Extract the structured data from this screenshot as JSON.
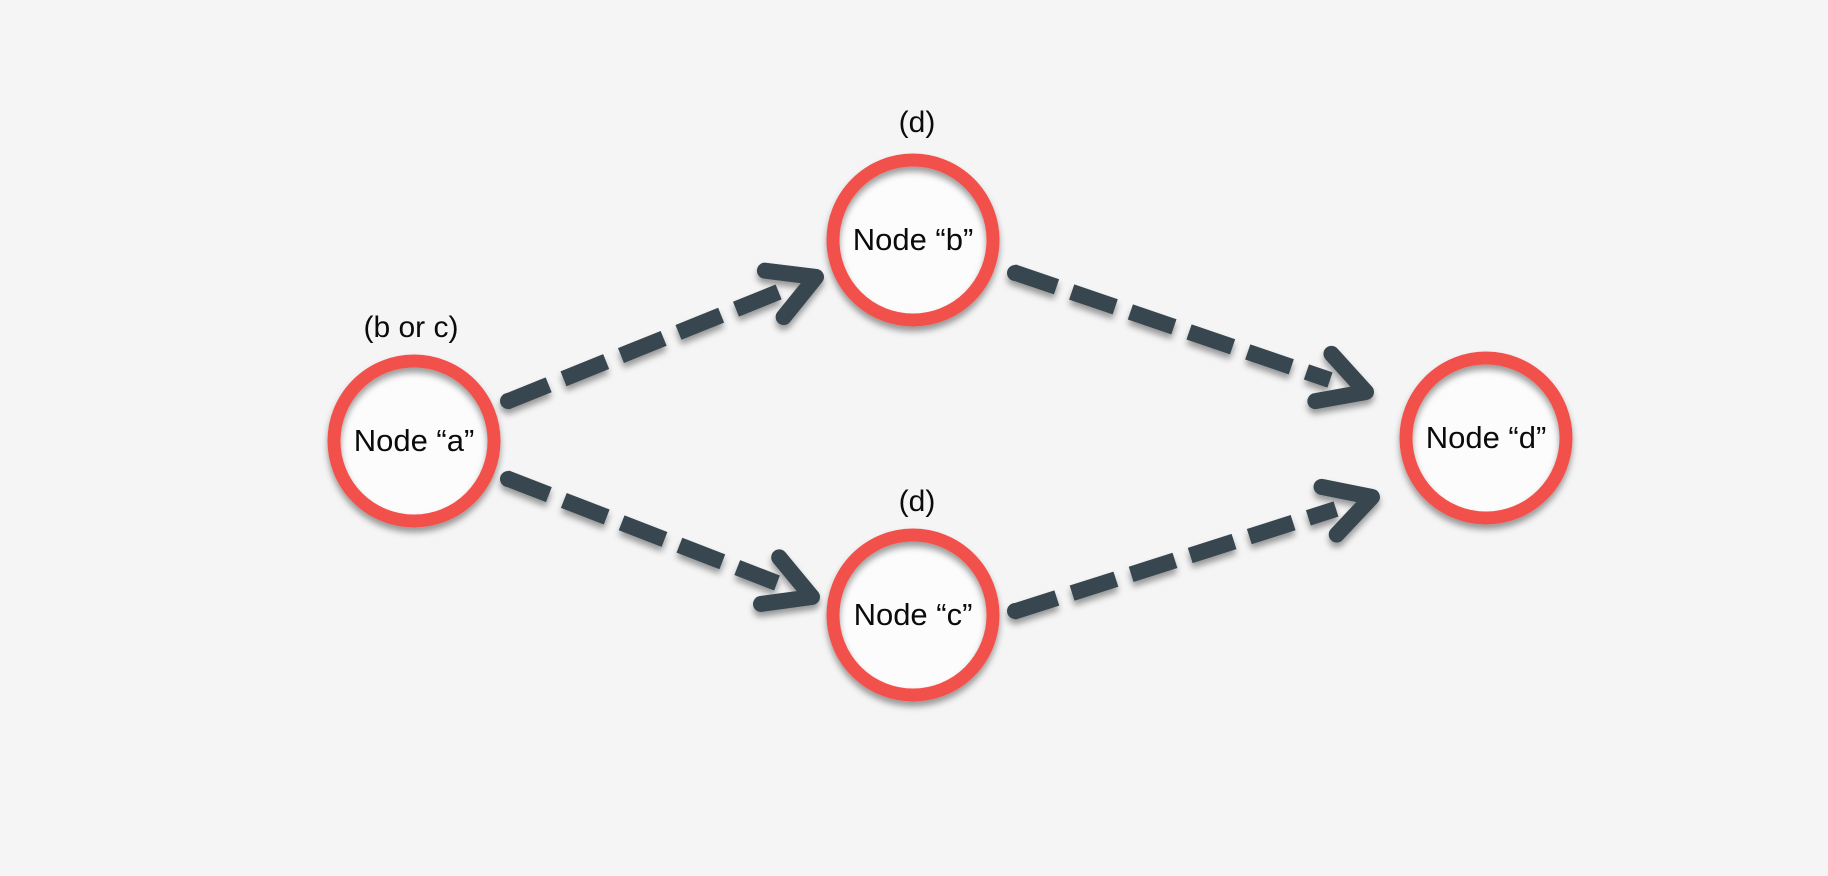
{
  "diagram": {
    "type": "directed-graph",
    "description": "Four-node diamond graph drawn as a slide: node a branches to b and c, which both lead to d"
  },
  "colors": {
    "bg": "#f5f5f6",
    "node-fill": "#fcfcfd",
    "node-stroke": "#f2514b",
    "arrow": "#37464f",
    "text": "#0b0b0b"
  },
  "nodes": [
    {
      "id": "a",
      "label": "Node “a”",
      "annotation": "(b or c)"
    },
    {
      "id": "b",
      "label": "Node “b”",
      "annotation": "(d)"
    },
    {
      "id": "c",
      "label": "Node “c”",
      "annotation": "(d)"
    },
    {
      "id": "d",
      "label": "Node “d”",
      "annotation": ""
    }
  ],
  "edges": [
    {
      "from": "a",
      "to": "b",
      "style": "dashed-arrow"
    },
    {
      "from": "a",
      "to": "c",
      "style": "dashed-arrow"
    },
    {
      "from": "b",
      "to": "d",
      "style": "dashed-arrow"
    },
    {
      "from": "c",
      "to": "d",
      "style": "dashed-arrow"
    }
  ]
}
